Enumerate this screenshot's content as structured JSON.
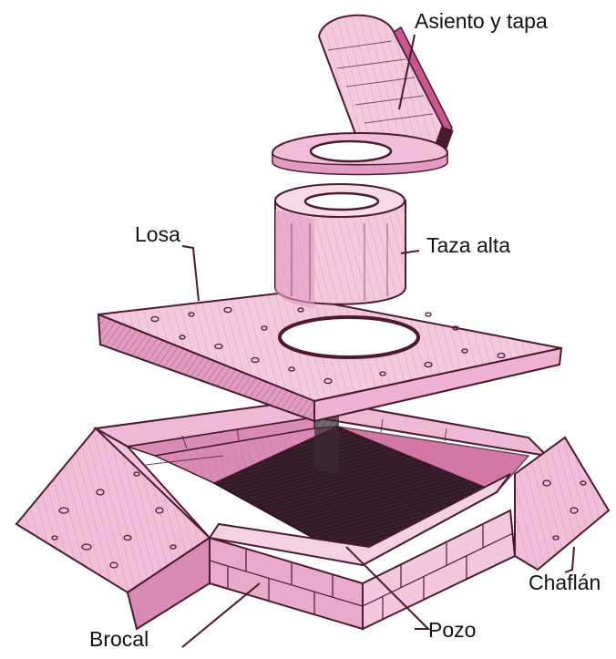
{
  "labels": {
    "seat_and_lid": "Asiento y tapa",
    "tall_bowl": "Taza alta",
    "slab": "Losa",
    "bevel": "Chaflán",
    "curb": "Brocal",
    "pit": "Pozo"
  },
  "colors": {
    "ink": "#4a1a2e",
    "pink": "#e59cc3",
    "pink_light": "#f5d3e5",
    "pink_dark": "#c9568f",
    "pit_dark": "#2a1420",
    "shadow": "#3b2a33"
  }
}
